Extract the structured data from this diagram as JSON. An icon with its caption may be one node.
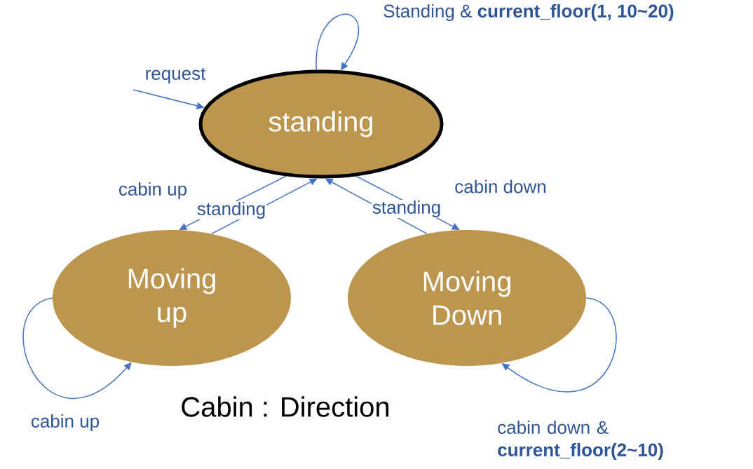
{
  "diagram": {
    "nodes": [
      {
        "text": [
          "standing"
        ]
      },
      {
        "text": [
          "Moving up"
        ]
      },
      {
        "text": [
          "Moving Down"
        ]
      }
    ],
    "edges": [
      {
        "from": null,
        "to": 0,
        "arrow": "to",
        "label": "request"
      },
      {
        "from": 0,
        "to": 0,
        "arrow": "to",
        "label": "Standing & **current_floor(1, 10~20)**"
      },
      {
        "from": 0,
        "to": 1,
        "arrow": "to",
        "label": "cabin up"
      },
      {
        "from": 1,
        "to": 0,
        "arrow": "to",
        "label": "standing"
      },
      {
        "from": 2,
        "to": 0,
        "arrow": "to",
        "label": "standing"
      },
      {
        "from": 0,
        "to": 2,
        "arrow": "to",
        "label": "cabin down"
      },
      {
        "from": 1,
        "to": 1,
        "arrow": "to",
        "label": "cabin up"
      },
      {
        "from": 2,
        "to": 2,
        "arrow": "to",
        "label": "cabin down & **current_floor(2~10)**"
      }
    ],
    "labels": [
      "Cabin : Direction"
    ]
  }
}
